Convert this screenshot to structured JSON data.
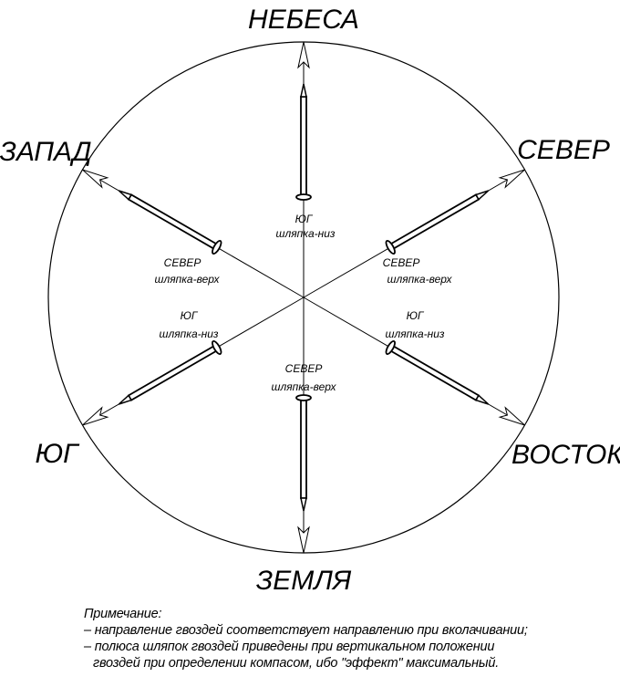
{
  "directions": {
    "top": "НЕБЕСА",
    "bottom": "ЗЕМЛЯ",
    "upper_left": "ЗАПАД",
    "upper_right": "СЕВЕР",
    "lower_left": "ЮГ",
    "lower_right": "ВОСТОК"
  },
  "nail_labels": {
    "top": {
      "pole": "ЮГ",
      "head": "шляпка-низ"
    },
    "upper_left": {
      "pole": "СЕВЕР",
      "head": "шляпка-верх"
    },
    "upper_right": {
      "pole": "СЕВЕР",
      "head": "шляпка-верх"
    },
    "lower_left": {
      "pole": "ЮГ",
      "head": "шляпка-низ"
    },
    "lower_right": {
      "pole": "ЮГ",
      "head": "шляпка-низ"
    },
    "bottom": {
      "pole": "СЕВЕР",
      "head": "шляпка-верх"
    }
  },
  "note": {
    "title": "Примечание:",
    "lines": [
      "– направление гвоздей соответствует направлению при вколачивании;",
      "– полюса шляпок гвоздей приведены при вертикальном положении",
      "  гвоздей при определении компасом, ибо \"эффект\" максимальный."
    ]
  }
}
